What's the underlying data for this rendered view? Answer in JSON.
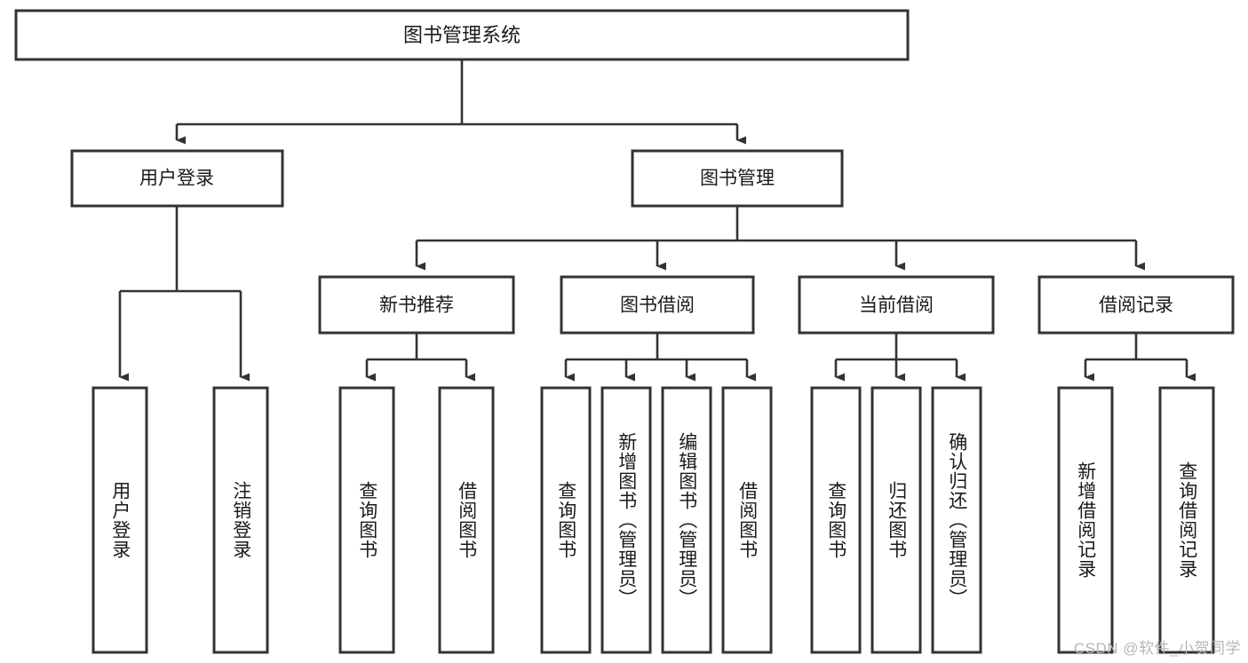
{
  "diagram": {
    "title": "图书管理系统",
    "type": "tree-hierarchy",
    "watermark": "CSDN @软件_小贺同学",
    "colors": {
      "background": "#ffffff",
      "box_stroke": "#333333",
      "box_fill": "#ffffff",
      "connector": "#333333",
      "text": "#1a1a1a",
      "watermark": "#b6b6b6"
    },
    "root": {
      "label": "图书管理系统"
    },
    "level2": [
      {
        "label": "用户登录"
      },
      {
        "label": "图书管理"
      }
    ],
    "level3": [
      {
        "label": "新书推荐"
      },
      {
        "label": "图书借阅"
      },
      {
        "label": "当前借阅"
      },
      {
        "label": "借阅记录"
      }
    ],
    "leaves": {
      "user_login": [
        {
          "label": "用户登录"
        },
        {
          "label": "注销登录"
        }
      ],
      "new_book_recommend": [
        {
          "label": "查询图书"
        },
        {
          "label": "借阅图书"
        }
      ],
      "book_borrow": [
        {
          "label": "查询图书"
        },
        {
          "label": "新增图书（管理员）"
        },
        {
          "label": "编辑图书（管理员）"
        },
        {
          "label": "借阅图书"
        }
      ],
      "current_borrow": [
        {
          "label": "查询图书"
        },
        {
          "label": "归还图书"
        },
        {
          "label": "确认归还（管理员）"
        }
      ],
      "borrow_record": [
        {
          "label": "新增借阅记录"
        },
        {
          "label": "查询借阅记录"
        }
      ]
    }
  }
}
